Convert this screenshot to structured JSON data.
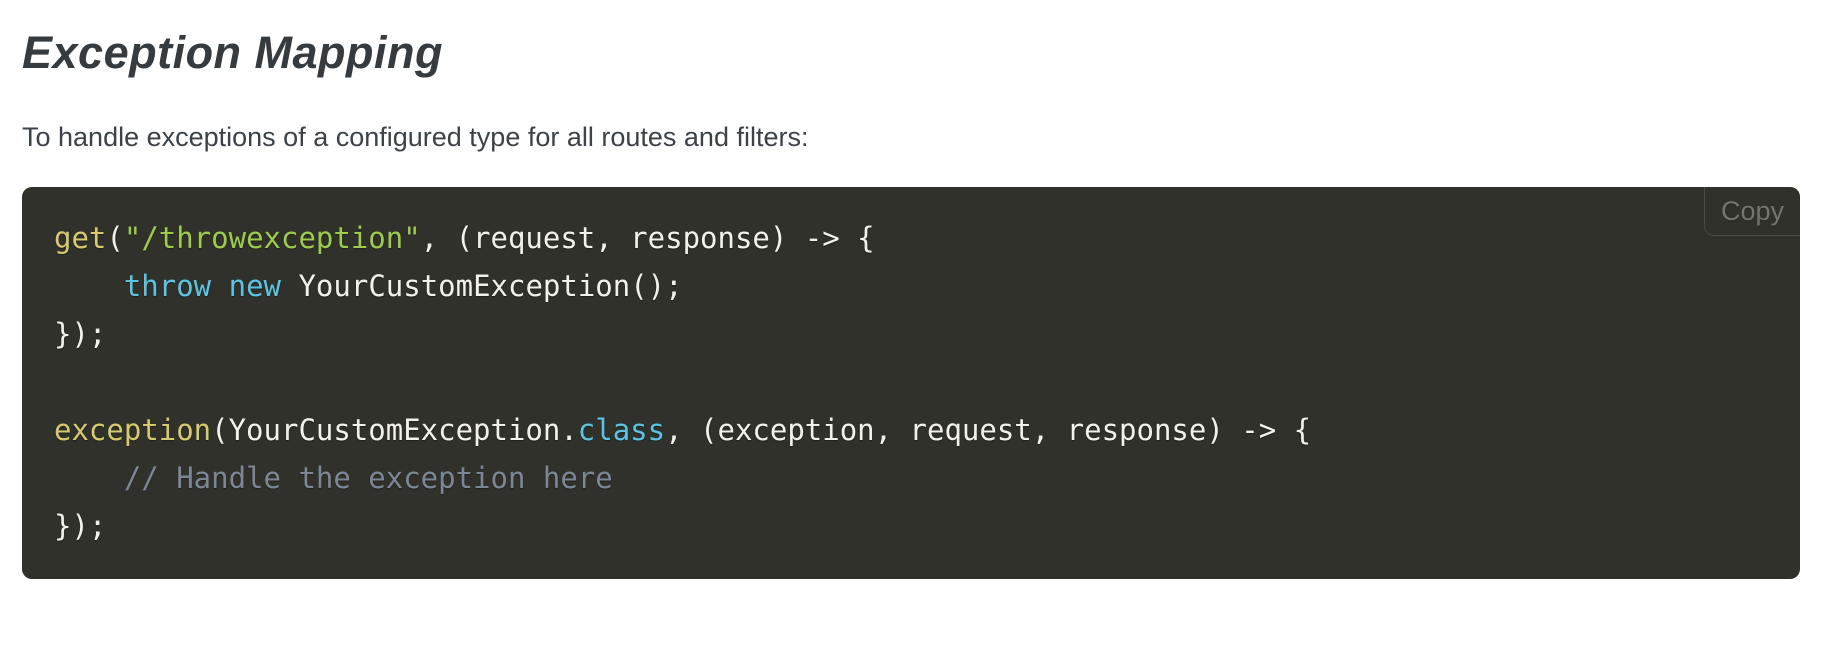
{
  "page": {
    "title": "Exception Mapping",
    "intro": "To handle exceptions of a configured type for all routes and filters:"
  },
  "code_block": {
    "copy_label": "Copy",
    "background_color": "#31312b",
    "token_colors": {
      "plain": "#f3f1ec",
      "function": "#d5ca6f",
      "string": "#9ccb4e",
      "keyword": "#5ec3e2",
      "comment": "#7c8795"
    },
    "lines": [
      [
        {
          "type": "function",
          "text": "get"
        },
        {
          "type": "plain",
          "text": "("
        },
        {
          "type": "string",
          "text": "\"/throwexception\""
        },
        {
          "type": "plain",
          "text": ", (request, response) -> {"
        }
      ],
      [
        {
          "type": "plain",
          "text": "    "
        },
        {
          "type": "keyword",
          "text": "throw"
        },
        {
          "type": "plain",
          "text": " "
        },
        {
          "type": "keyword",
          "text": "new"
        },
        {
          "type": "plain",
          "text": " YourCustomException();"
        }
      ],
      [
        {
          "type": "plain",
          "text": "});"
        }
      ],
      [],
      [
        {
          "type": "function",
          "text": "exception"
        },
        {
          "type": "plain",
          "text": "(YourCustomException."
        },
        {
          "type": "keyword",
          "text": "class"
        },
        {
          "type": "plain",
          "text": ", (exception, request, response) -> {"
        }
      ],
      [
        {
          "type": "plain",
          "text": "    "
        },
        {
          "type": "comment",
          "text": "// Handle the exception here"
        }
      ],
      [
        {
          "type": "plain",
          "text": "});"
        }
      ]
    ]
  }
}
